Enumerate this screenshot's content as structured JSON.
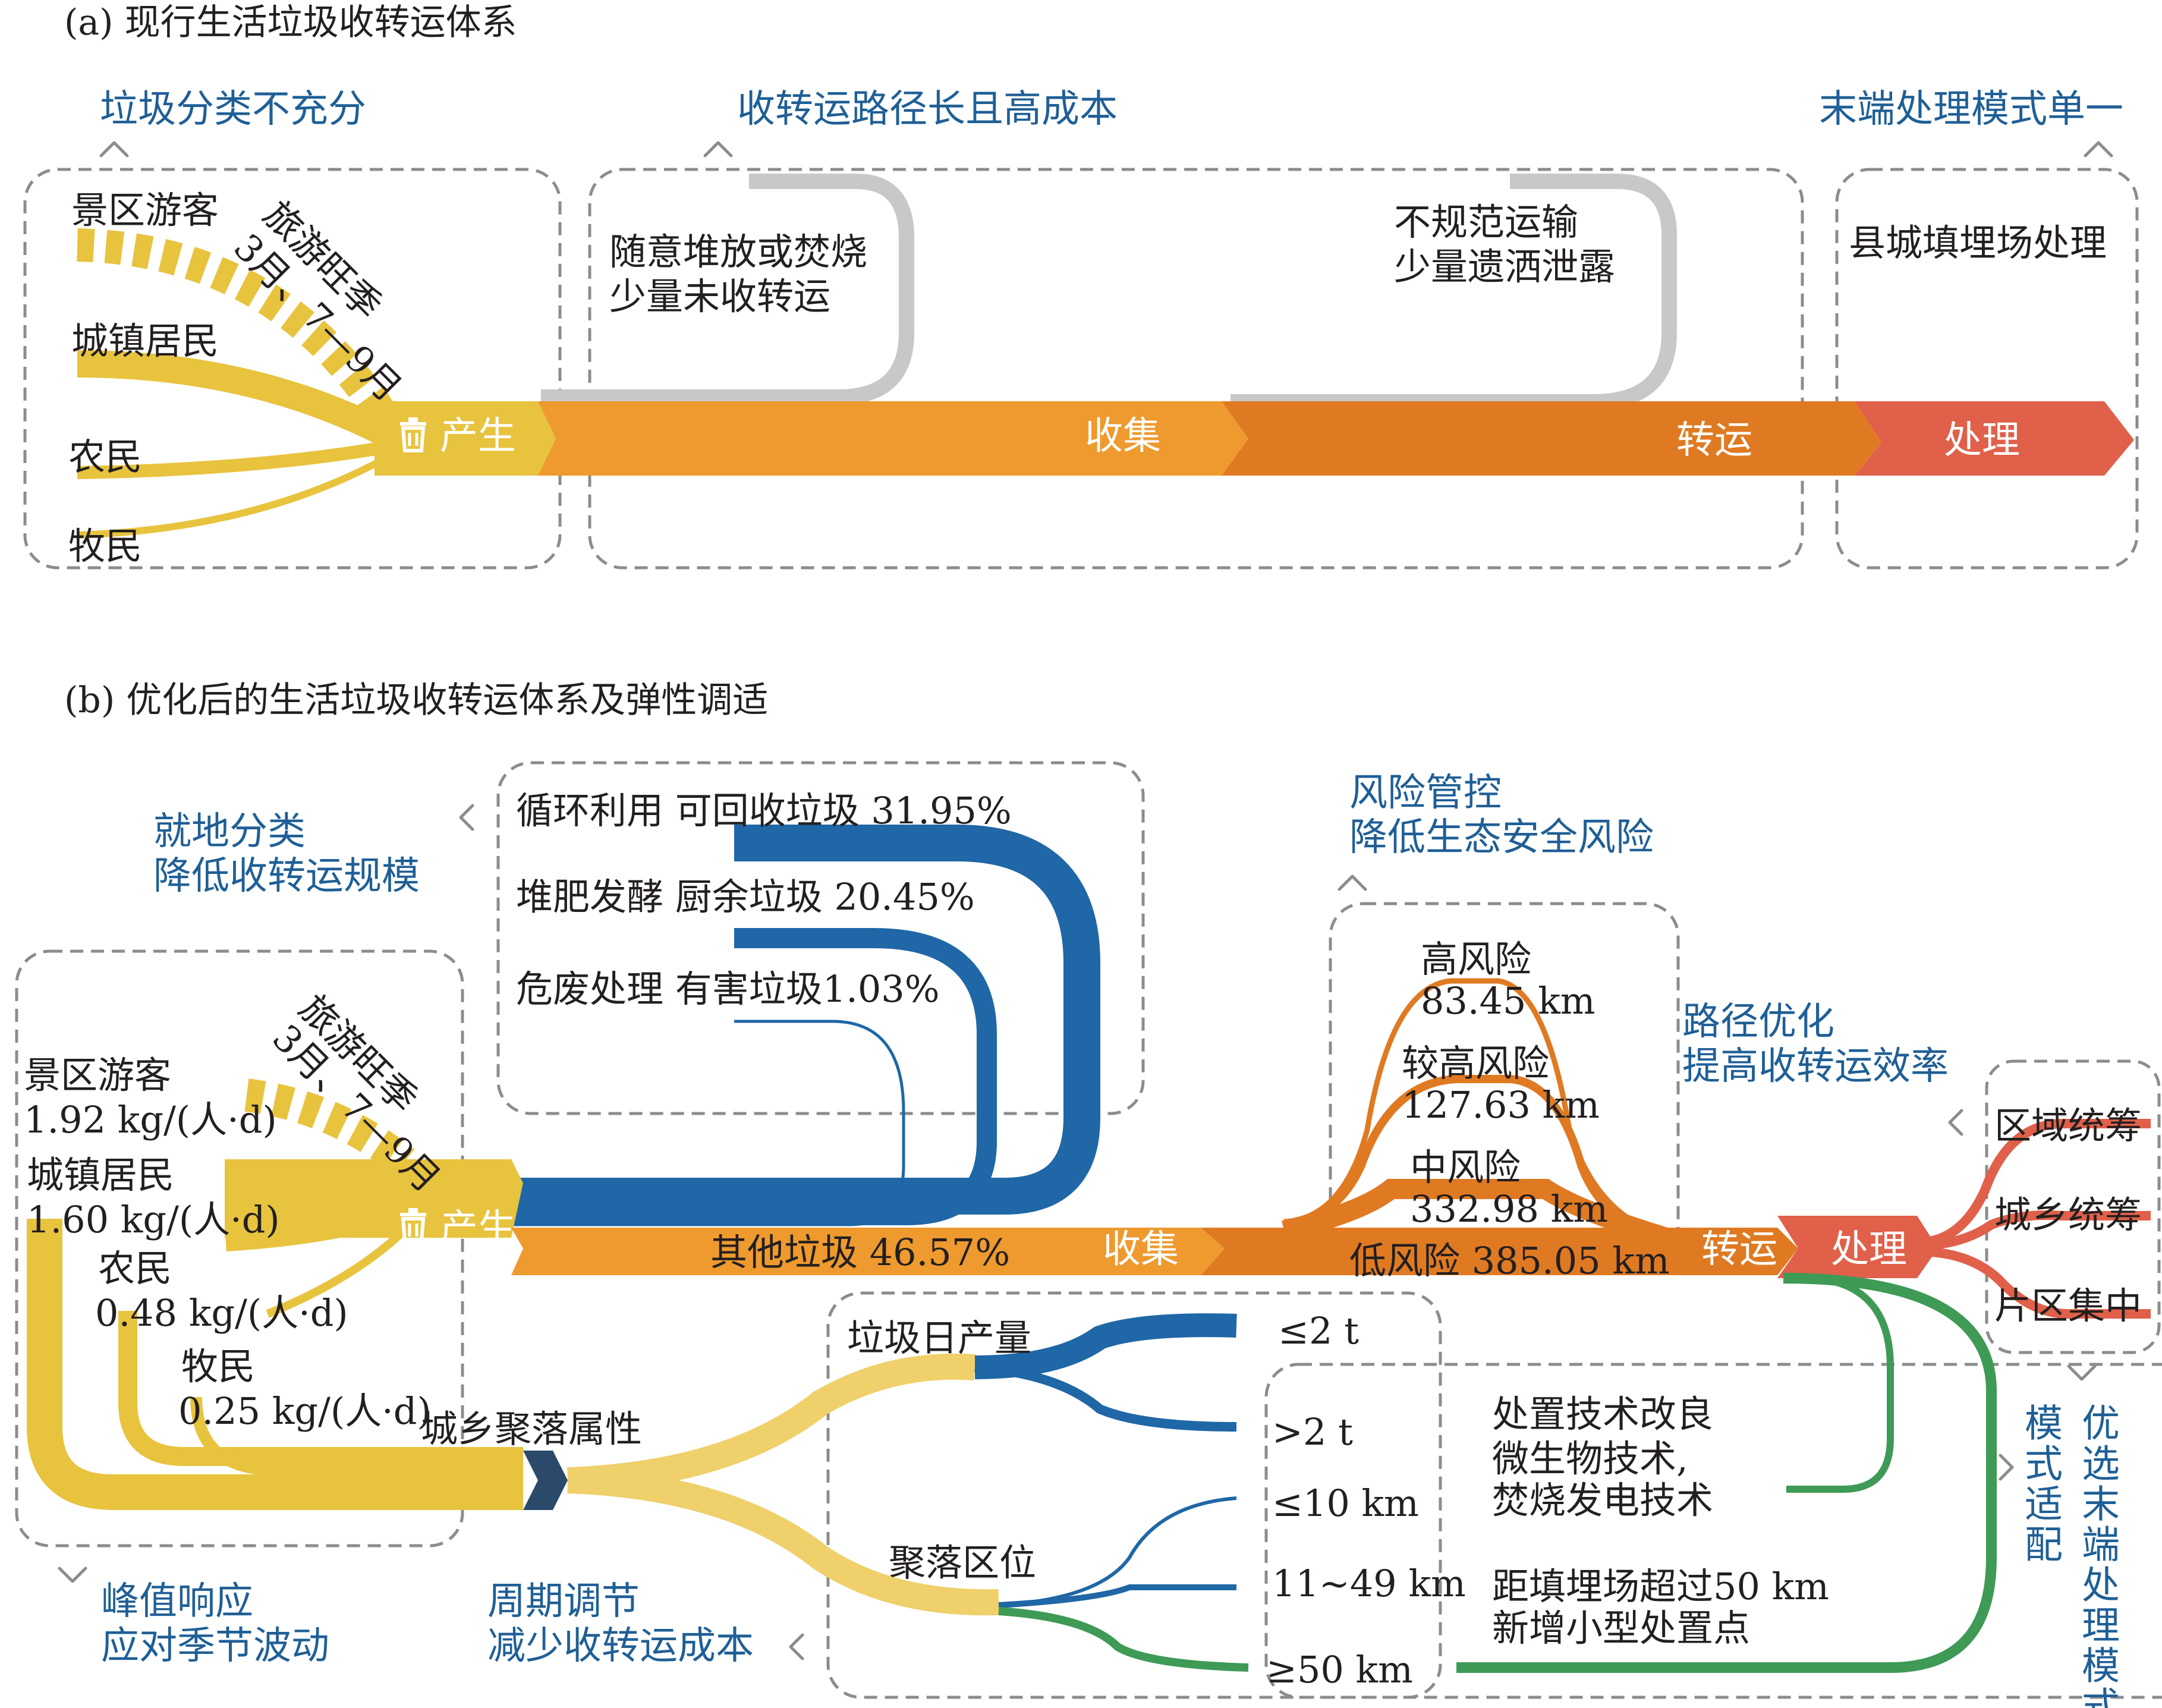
{
  "colors": {
    "yellow": "#E8C33E",
    "orange": "#EE9A2E",
    "dark_orange": "#E07A22",
    "red": "#E0604A",
    "blue": "#1F67A6",
    "green": "#3E9A55",
    "gray": "#C8C8C8",
    "note_blue": "#1F5F96"
  },
  "section_a": {
    "title": "(a) 现行生活垃圾收转运体系",
    "issues": {
      "classification": "垃圾分类不充分",
      "route": "收转运路径长且高成本",
      "disposal": "末端处理模式单一"
    },
    "sources": {
      "tourists": "景区游客",
      "peak": [
        "旅游旺季",
        "3月、7—9月"
      ],
      "residents": "城镇居民",
      "farmers": "农民",
      "herders": "牧民"
    },
    "stages": {
      "produce": "产生",
      "collect": "收集",
      "transfer": "转运",
      "dispose": "处理"
    },
    "losses": {
      "collect": [
        "随意堆放或焚烧",
        "少量未收转运"
      ],
      "transfer": [
        "不规范运输",
        "少量遗洒泄露"
      ]
    },
    "disposal_note": "县城填埋场处理"
  },
  "section_b": {
    "title": "(b) 优化后的生活垃圾收转运体系及弹性调适",
    "notes": {
      "sorting": [
        "就地分类",
        "降低收转运规模"
      ],
      "risk": [
        "风险管控",
        "降低生态安全风险"
      ],
      "route": [
        "路径优化",
        "提高收转运效率"
      ],
      "peak": [
        "峰值响应",
        "应对季节波动"
      ],
      "cycle": [
        "周期调节",
        "减少收转运成本"
      ],
      "mode": [
        "模式适配",
        "优选末端处理模式"
      ]
    },
    "sources": {
      "peak": [
        "旅游旺季",
        "3月、7—9月"
      ],
      "tourists": [
        "景区游客",
        "1.92 kg/(人·d)"
      ],
      "residents": [
        "城镇居民",
        "1.60 kg/(人·d)"
      ],
      "farmers": [
        "农民",
        "0.48 kg/(人·d)"
      ],
      "herders": [
        "牧民",
        "0.25 kg/(人·d)"
      ]
    },
    "recycle": [
      {
        "label": "循环利用 可回收垃圾 31.95%",
        "share": 31.95
      },
      {
        "label": "堆肥发酵 厨余垃圾 20.45%",
        "share": 20.45
      },
      {
        "label": "危废处理 有害垃圾1.03%",
        "share": 1.03
      }
    ],
    "other_waste": {
      "label": "其他垃圾 46.57%",
      "share": 46.57
    },
    "stages": {
      "produce": "产生",
      "collect": "收集",
      "transfer": "转运",
      "dispose": "处理"
    },
    "risks": [
      {
        "level": "高风险",
        "distance": "83.45 km"
      },
      {
        "level": "较高风险",
        "distance": "127.63 km"
      },
      {
        "level": "中风险",
        "distance": "332.98 km"
      },
      {
        "level": "低风险",
        "distance": "385.05 km"
      }
    ],
    "modes": [
      "区域统筹",
      "城乡统筹",
      "片区集中"
    ],
    "settlement": {
      "attribute": "城乡聚落属性",
      "daily_output": "垃圾日产量",
      "location": "聚落区位",
      "output_levels": [
        "≤2 t",
        ">2 t"
      ],
      "distance_levels": [
        "≤10 km",
        "11~49 km",
        "≥50 km"
      ]
    },
    "tech": [
      "处置技术改良",
      "微生物技术,",
      "焚烧发电技术"
    ],
    "new_site": [
      "距填埋场超过50 km",
      "新增小型处置点"
    ]
  }
}
